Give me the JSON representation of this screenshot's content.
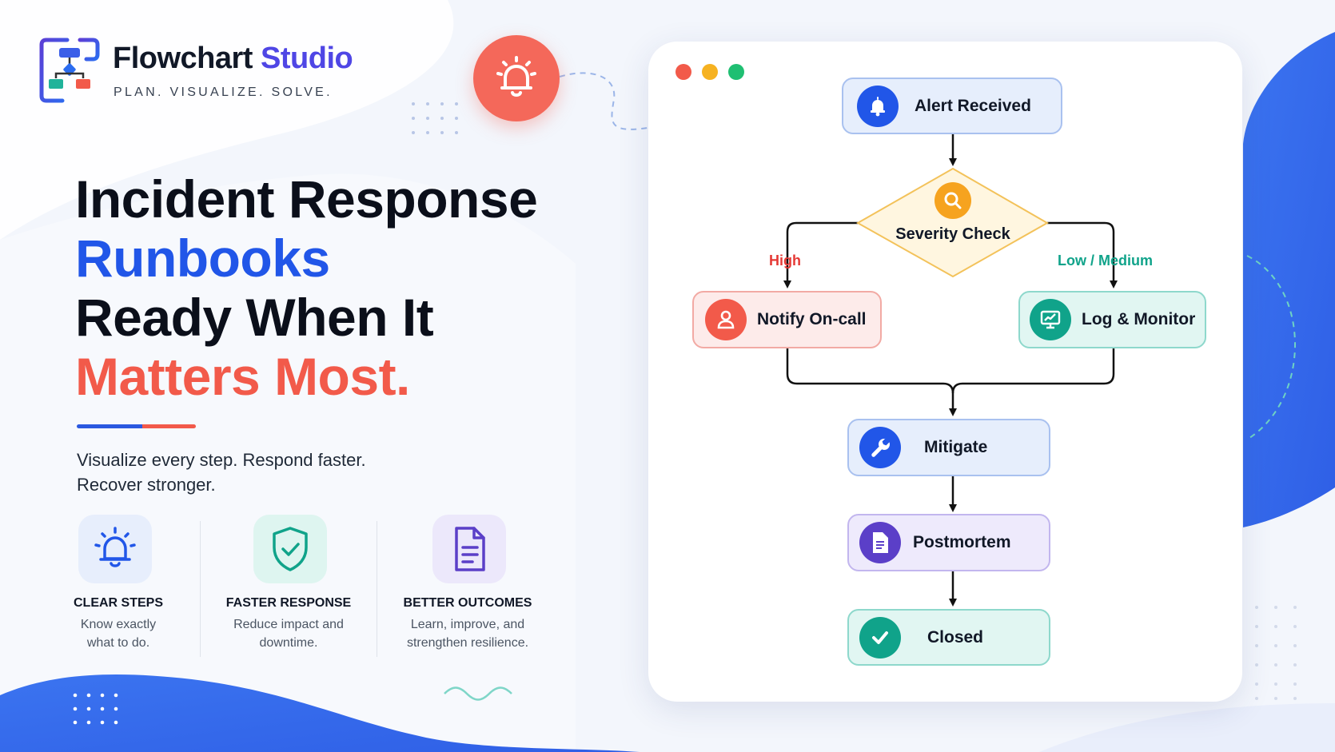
{
  "brand": {
    "name_part1": "Flowchart",
    "name_part2": "Studio",
    "tagline": "PLAN. VISUALIZE. SOLVE."
  },
  "headline": {
    "line1": "Incident Response",
    "line2": "Runbooks",
    "line3": "Ready When It",
    "line4": "Matters Most."
  },
  "subtitle": {
    "line1": "Visualize every step. Respond faster.",
    "line2": "Recover stronger."
  },
  "features": [
    {
      "icon": "bell-icon",
      "title": "CLEAR STEPS",
      "desc_line1": "Know exactly",
      "desc_line2": "what to do."
    },
    {
      "icon": "shield-check-icon",
      "title": "FASTER RESPONSE",
      "desc_line1": "Reduce impact and",
      "desc_line2": "downtime."
    },
    {
      "icon": "document-icon",
      "title": "BETTER OUTCOMES",
      "desc_line1": "Learn, improve, and",
      "desc_line2": "strengthen resilience."
    }
  ],
  "flowchart": {
    "nodes": {
      "alert": {
        "label": "Alert Received",
        "icon": "bell-icon"
      },
      "severity": {
        "label": "Severity Check",
        "icon": "search-icon"
      },
      "notify": {
        "label": "Notify On-call",
        "icon": "user-icon"
      },
      "log": {
        "label": "Log & Monitor",
        "icon": "monitor-chart-icon"
      },
      "mitigate": {
        "label": "Mitigate",
        "icon": "wrench-icon"
      },
      "postmortem": {
        "label": "Postmortem",
        "icon": "document-icon"
      },
      "closed": {
        "label": "Closed",
        "icon": "check-icon"
      }
    },
    "edge_labels": {
      "high": "High",
      "low_medium": "Low / Medium"
    }
  },
  "colors": {
    "brand_blue": "#2156e8",
    "brand_purple": "#4f46e5",
    "accent_red": "#f25a4a",
    "warning_orange": "#f59e0b",
    "success_teal": "#10a38a",
    "violet": "#5b3fc8"
  }
}
